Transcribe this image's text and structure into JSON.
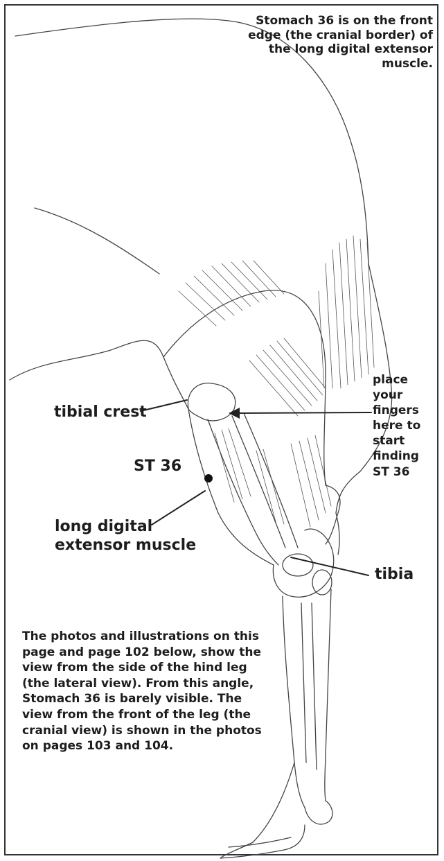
{
  "annotations": {
    "top_note": "Stomach 36 is on the front edge (the cranial  border) of the long digital extensor muscle.",
    "place_note": "place your fingers here to start finding ST 36",
    "bottom_note": "The photos and illustrations on this page and page 102 below, show the view from the side of the hind leg (the lateral view). From this angle, Stomach 36 is barely visible. The view from the front of the leg (the cranial view) is shown in the photos on pages 103 and 104."
  },
  "labels": {
    "tibial_crest": "tibial crest",
    "st36": "ST 36",
    "long_digital_extensor": "long digital extensor muscle",
    "tibia": "tibia"
  },
  "colors": {
    "line": "#3a3a3a",
    "text": "#1d1d1d",
    "point": "#111111"
  }
}
